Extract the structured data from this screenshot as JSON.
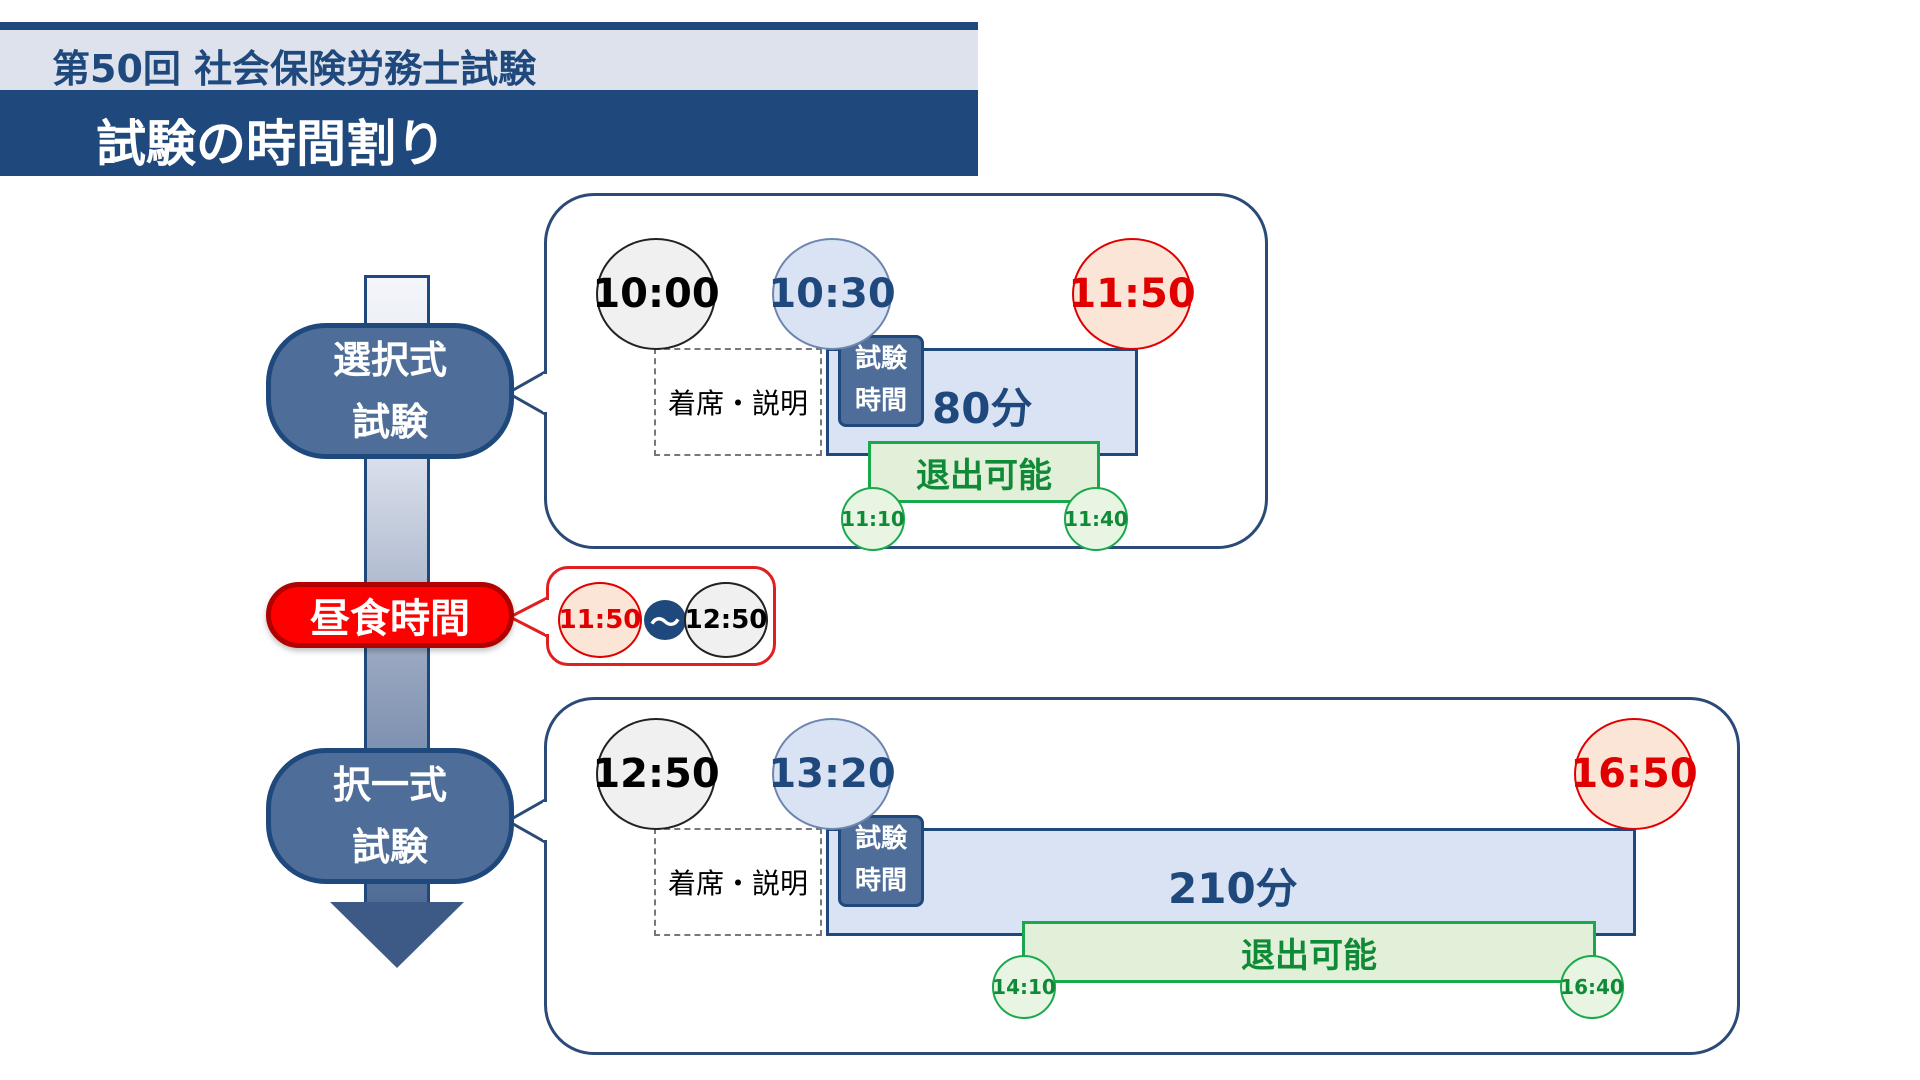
{
  "header": {
    "exam_name": "第50回 社会保険労務士試験",
    "title": "試験の時間割り"
  },
  "flow": {
    "choice_exam": {
      "line1": "選択式",
      "line2": "試験"
    },
    "lunch": {
      "label": "昼食時間",
      "start": "11:50",
      "tilde": "～",
      "end": "12:50"
    },
    "multiple_exam": {
      "line1": "択一式",
      "line2": "試験"
    }
  },
  "choice_panel": {
    "start": "10:00",
    "exam_start": "10:30",
    "end": "11:50",
    "seating_label": "着席・説明",
    "exam_label_1": "試験",
    "exam_label_2": "時間",
    "duration": "80分",
    "exit_label": "退出可能",
    "exit_start": "11:10",
    "exit_end": "11:40"
  },
  "multiple_panel": {
    "start": "12:50",
    "exam_start": "13:20",
    "end": "16:50",
    "seating_label": "着席・説明",
    "exam_label_1": "試験",
    "exam_label_2": "時間",
    "duration": "210分",
    "exit_label": "退出可能",
    "exit_start": "14:10",
    "exit_end": "16:40"
  }
}
